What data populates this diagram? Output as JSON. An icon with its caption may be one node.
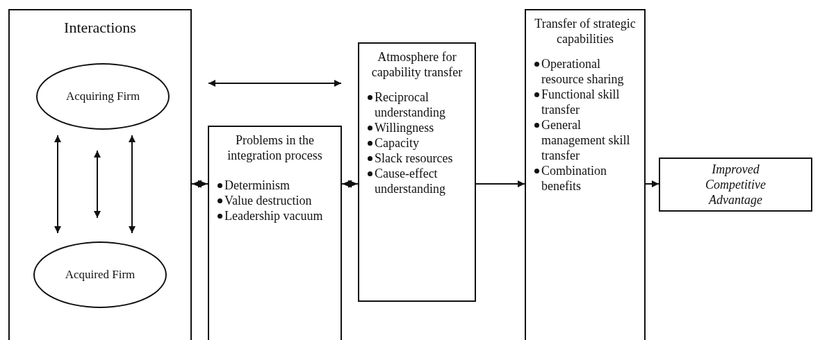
{
  "diagram": {
    "nodes": [
      {
        "text": [
          "Interactions"
        ]
      },
      {
        "text": [
          "Acquiring Firm"
        ],
        "in": 0
      },
      {
        "text": [
          "Acquired Firm"
        ],
        "in": 0
      },
      {
        "text": [
          "Problems in the integration process",
          "Determinism",
          "Value destruction",
          "Leadership vacuum"
        ]
      },
      {
        "text": [
          "Atmosphere for capability transfer",
          "Reciprocal understanding",
          "Willingness",
          "Capacity",
          "Slack resources",
          "Cause-effect understanding"
        ]
      },
      {
        "text": [
          "Transfer of strategic capabilities",
          "Operational resource sharing",
          "Functional skill transfer",
          "General management skill transfer",
          "Combination benefits"
        ]
      },
      {
        "text": [
          "Improved Competitive Advantage"
        ]
      }
    ],
    "edges": [
      {
        "from": 1,
        "to": 2,
        "arrow": "both"
      },
      {
        "from": 1,
        "to": 2,
        "arrow": "both"
      },
      {
        "from": 1,
        "to": 2,
        "arrow": "both"
      },
      {
        "from": 0,
        "to": 4,
        "arrow": "both"
      },
      {
        "from": 0,
        "to": 3,
        "arrow": "both"
      },
      {
        "from": 3,
        "to": 4,
        "arrow": "both"
      },
      {
        "from": 4,
        "to": 5,
        "arrow": "to"
      },
      {
        "from": 5,
        "to": 6,
        "arrow": "to"
      }
    ]
  }
}
